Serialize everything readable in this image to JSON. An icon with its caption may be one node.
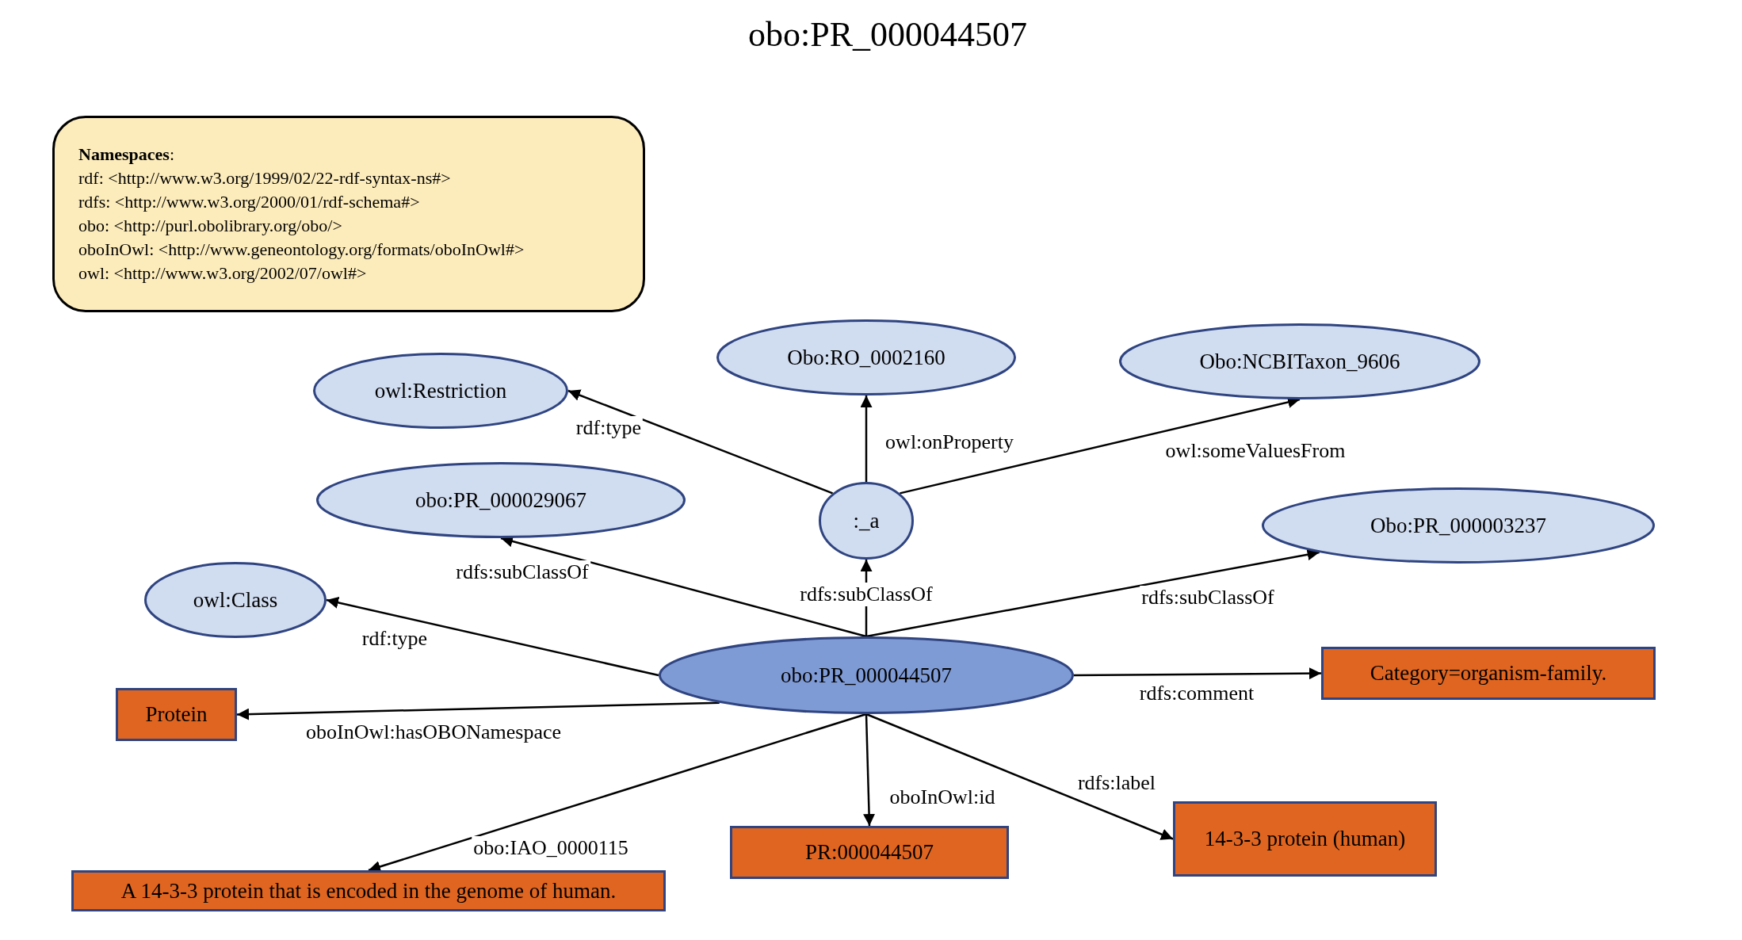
{
  "diagram": {
    "title": "obo:PR_000044507",
    "nodes": [
      {
        "text": [
          "**Namespaces**:",
          "rdf: <http://www.w3.org/1999/02/22-rdf-syntax-ns#>",
          "rdfs: <http://www.w3.org/2000/01/rdf-schema#>",
          "obo: <http://purl.obolibrary.org/obo/>",
          "oboInOwl: <http://www.geneontology.org/formats/oboInOwl#>",
          "owl: <http://www.w3.org/2002/07/owl#>"
        ]
      },
      {
        "text": [
          "owl:Restriction"
        ]
      },
      {
        "text": [
          "Obo:RO_0002160"
        ]
      },
      {
        "text": [
          "Obo:NCBITaxon_9606"
        ]
      },
      {
        "text": [
          "obo:PR_000029067"
        ]
      },
      {
        "text": [
          ":_a"
        ]
      },
      {
        "text": [
          "Obo:PR_000003237"
        ]
      },
      {
        "text": [
          "owl:Class"
        ]
      },
      {
        "text": [
          "obo:PR_000044507"
        ]
      },
      {
        "text": [
          "Category=organism-family."
        ]
      },
      {
        "text": [
          "Protein"
        ]
      },
      {
        "text": [
          "14-3-3 protein (human)"
        ]
      },
      {
        "text": [
          "PR:000044507"
        ]
      },
      {
        "text": [
          "A 14-3-3 protein that is encoded in the genome of human."
        ]
      }
    ],
    "edges": [
      {
        "from": 5,
        "to": 1,
        "arrow": "to",
        "label": "rdf:type"
      },
      {
        "from": 5,
        "to": 2,
        "arrow": "to",
        "label": "owl:onProperty"
      },
      {
        "from": 5,
        "to": 3,
        "arrow": "to",
        "label": "owl:someValuesFrom"
      },
      {
        "from": 8,
        "to": 4,
        "arrow": "to",
        "label": "rdfs:subClassOf"
      },
      {
        "from": 8,
        "to": 5,
        "arrow": "to",
        "label": "rdfs:subClassOf"
      },
      {
        "from": 8,
        "to": 6,
        "arrow": "to",
        "label": "rdfs:subClassOf"
      },
      {
        "from": 8,
        "to": 7,
        "arrow": "to",
        "label": "rdf:type"
      },
      {
        "from": 8,
        "to": 9,
        "arrow": "to",
        "label": "rdfs:comment"
      },
      {
        "from": 8,
        "to": 10,
        "arrow": "to",
        "label": "oboInOwl:hasOBONamespace"
      },
      {
        "from": 8,
        "to": 13,
        "arrow": "to",
        "label": "obo:IAO_0000115"
      },
      {
        "from": 8,
        "to": 12,
        "arrow": "to",
        "label": "oboInOwl:id"
      },
      {
        "from": 8,
        "to": 11,
        "arrow": "to",
        "label": "rdfs:label"
      }
    ]
  }
}
